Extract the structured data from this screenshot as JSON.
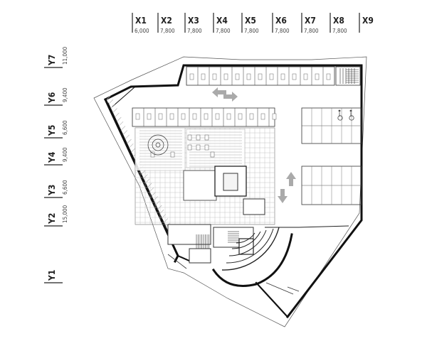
{
  "grid": {
    "x_axes": [
      {
        "label": "X1",
        "dim": "6,000"
      },
      {
        "label": "X2",
        "dim": "7,800"
      },
      {
        "label": "X3",
        "dim": "7,800"
      },
      {
        "label": "X4",
        "dim": "7,800"
      },
      {
        "label": "X5",
        "dim": "7,800"
      },
      {
        "label": "X6",
        "dim": "7,800"
      },
      {
        "label": "X7",
        "dim": "7,800"
      },
      {
        "label": "X8",
        "dim": "7,800"
      },
      {
        "label": "X9",
        "dim": ""
      }
    ],
    "y_axes": [
      {
        "label": "Y7",
        "dim": "11,000"
      },
      {
        "label": "Y6",
        "dim": "9,400"
      },
      {
        "label": "Y5",
        "dim": "6,600"
      },
      {
        "label": "Y4",
        "dim": "9,400"
      },
      {
        "label": "Y3",
        "dim": "6,600"
      },
      {
        "label": "Y2",
        "dim": "15,000"
      },
      {
        "label": "Y1",
        "dim": ""
      }
    ]
  },
  "colors": {
    "wall": "#111111",
    "line": "#333333",
    "grid": "#9a9a9a",
    "hatch": "#b5b5b5",
    "arrow": "#a8a8a8"
  },
  "icons": {
    "parking_symbol": "car-stall",
    "accessible_symbol": "wheelchair",
    "traffic_arrow": "direction-arrow"
  }
}
